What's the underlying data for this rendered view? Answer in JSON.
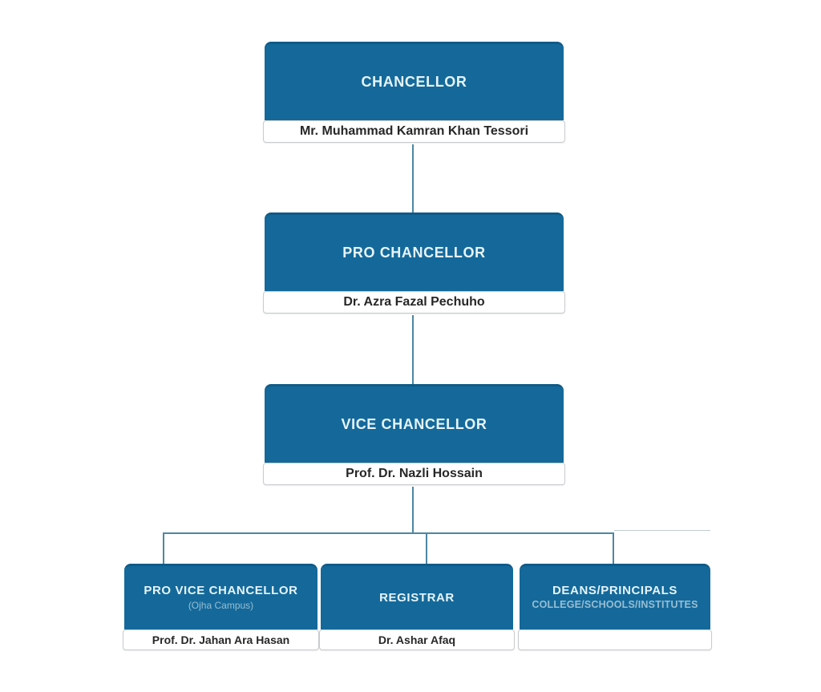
{
  "org_chart": {
    "nodes": {
      "chancellor": {
        "title": "CHANCELLOR",
        "name": "Mr. Muhammad Kamran Khan Tessori"
      },
      "pro_chancellor": {
        "title": "PRO CHANCELLOR",
        "name": "Dr. Azra Fazal Pechuho"
      },
      "vice_chancellor": {
        "title": "VICE CHANCELLOR",
        "name": "Prof. Dr. Nazli Hossain"
      },
      "pro_vice_chancellor": {
        "title": "PRO VICE CHANCELLOR",
        "subtitle": "(Ojha Campus)",
        "name": "Prof. Dr. Jahan Ara Hasan"
      },
      "registrar": {
        "title": "REGISTRAR",
        "name": "Dr. Ashar Afaq"
      },
      "deans_principals": {
        "title": "DEANS/PRINCIPALS",
        "subtitle": "COLLEGE/SCHOOLS/INSTITUTES",
        "name": ""
      }
    },
    "colors": {
      "box_blue": "#14699a",
      "box_blue_top_edge": "#0f5a87",
      "title_text": "#e7f4fa",
      "subtitle_text": "#97bed3",
      "name_text": "#272727",
      "strip_background": "#ffffff",
      "strip_border": "#c7ccce",
      "connector_line": "#4d87a2",
      "page_background": "#ffffff"
    }
  }
}
